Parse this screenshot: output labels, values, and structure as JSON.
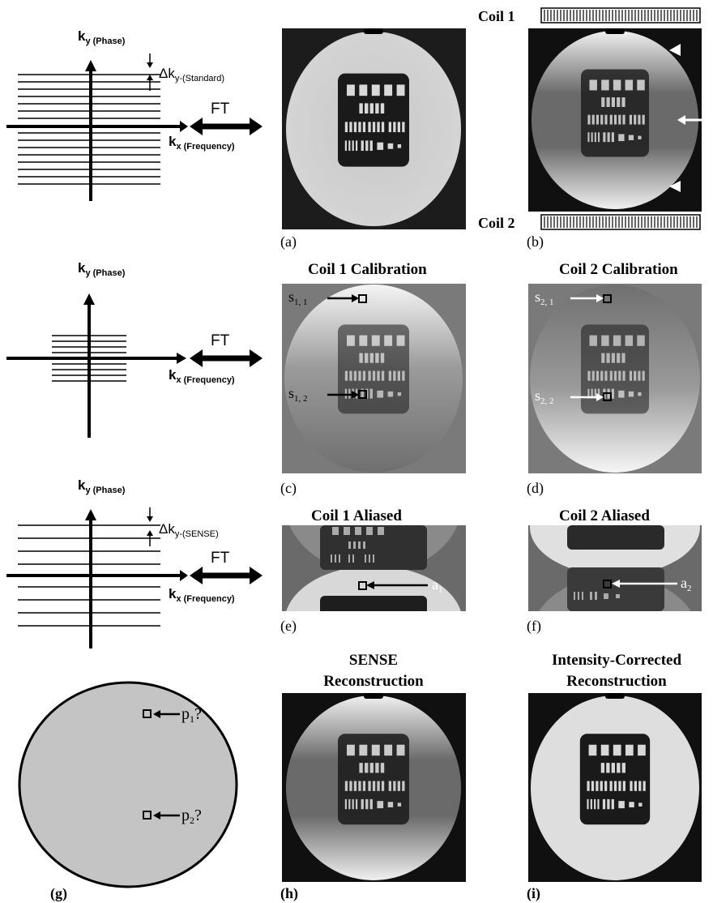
{
  "rows": [
    {
      "kspace": {
        "ky_label": "k",
        "ky_sub": "y (Phase)",
        "kx_label": "k",
        "kx_sub": "x (Frequency)",
        "delta_label": "Δk",
        "delta_sub": "y-(Standard)",
        "ft_label": "FT"
      },
      "panel_a": {
        "letter": "(a)"
      },
      "panel_b": {
        "letter": "(b)",
        "coil_top": "Coil 1",
        "coil_bottom": "Coil 2"
      }
    },
    {
      "kspace": {
        "ky_label": "k",
        "ky_sub": "y (Phase)",
        "kx_label": "k",
        "kx_sub": "x (Frequency)",
        "ft_label": "FT"
      },
      "panel_c": {
        "letter": "(c)",
        "title": "Coil 1 Calibration",
        "label_top": "s",
        "label_top_sub": "1, 1",
        "label_bottom": "s",
        "label_bottom_sub": "1, 2"
      },
      "panel_d": {
        "letter": "(d)",
        "title": "Coil 2 Calibration",
        "label_top": "s",
        "label_top_sub": "2, 1",
        "label_bottom": "s",
        "label_bottom_sub": "2, 2"
      }
    },
    {
      "kspace": {
        "ky_label": "k",
        "ky_sub": "y (Phase)",
        "kx_label": "k",
        "kx_sub": "x (Frequency)",
        "delta_label": "Δk",
        "delta_sub": "y-(SENSE)",
        "ft_label": "FT"
      },
      "panel_e": {
        "letter": "(e)",
        "title": "Coil 1 Aliased",
        "label": "a",
        "label_sub": "1"
      },
      "panel_f": {
        "letter": "(f)",
        "title": "Coil 2 Aliased",
        "label": "a",
        "label_sub": "2"
      }
    },
    {
      "panel_g": {
        "letter": "(g)",
        "p1": "p",
        "p1_sub": "1",
        "p1_q": "?",
        "p2": "p",
        "p2_sub": "2",
        "p2_q": "?"
      },
      "panel_h": {
        "letter": "(h)",
        "title_line1": "SENSE",
        "title_line2": "Reconstruction"
      },
      "panel_i": {
        "letter": "(i)",
        "title_line1": "Intensity-Corrected",
        "title_line2": "Reconstruction"
      }
    }
  ]
}
